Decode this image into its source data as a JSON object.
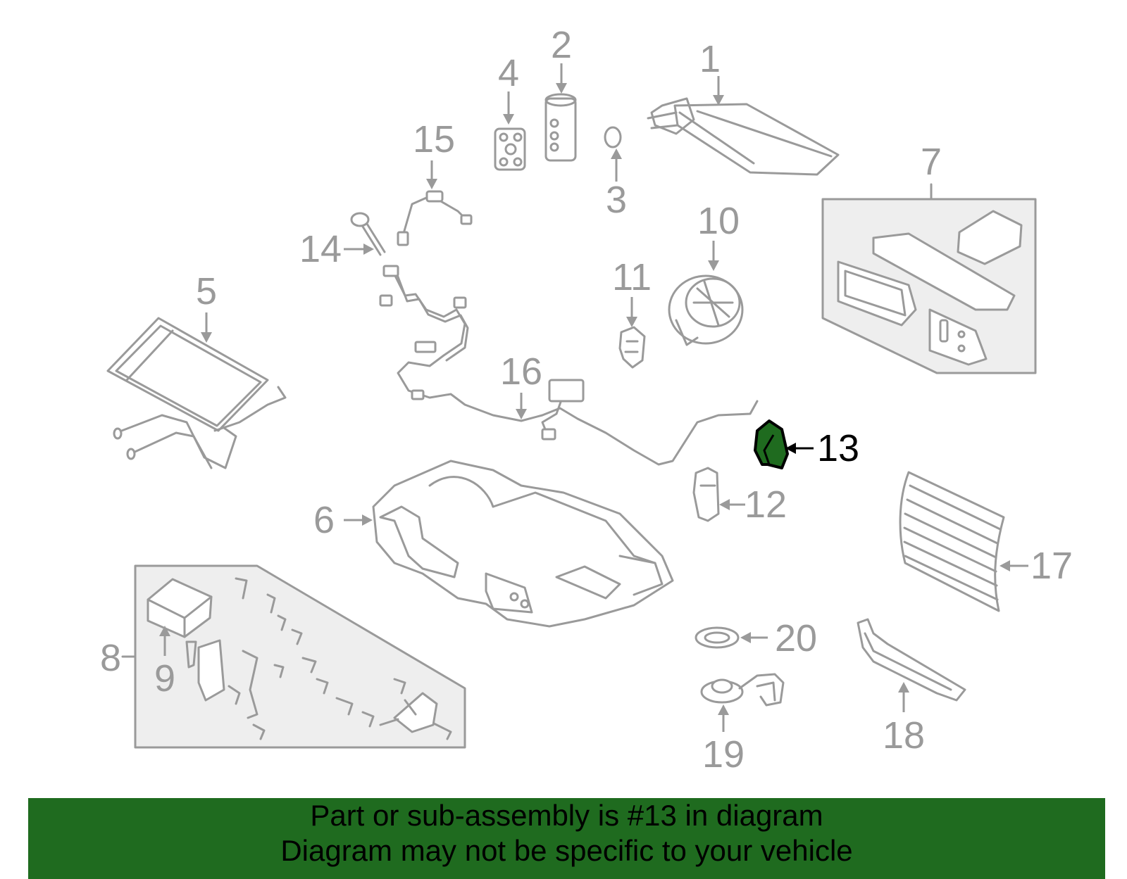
{
  "callouts": [
    {
      "id": "1",
      "text": "1"
    },
    {
      "id": "2",
      "text": "2"
    },
    {
      "id": "3",
      "text": "3"
    },
    {
      "id": "4",
      "text": "4"
    },
    {
      "id": "5",
      "text": "5"
    },
    {
      "id": "6",
      "text": "6"
    },
    {
      "id": "7",
      "text": "7"
    },
    {
      "id": "8",
      "text": "8"
    },
    {
      "id": "9",
      "text": "9"
    },
    {
      "id": "10",
      "text": "10"
    },
    {
      "id": "11",
      "text": "11"
    },
    {
      "id": "12",
      "text": "12"
    },
    {
      "id": "13",
      "text": "13",
      "highlighted": true
    },
    {
      "id": "14",
      "text": "14"
    },
    {
      "id": "15",
      "text": "15"
    },
    {
      "id": "16",
      "text": "16"
    },
    {
      "id": "17",
      "text": "17"
    },
    {
      "id": "18",
      "text": "18"
    },
    {
      "id": "19",
      "text": "19"
    },
    {
      "id": "20",
      "text": "20"
    }
  ],
  "banner": {
    "line1": "Part or sub-assembly is #13 in diagram",
    "line2": "Diagram may not be specific to your vehicle"
  },
  "colors": {
    "highlight": "#1f6b1f",
    "banner_bg": "#1f6b1f",
    "line_art": "#9a9a9a",
    "text": "#000000"
  }
}
